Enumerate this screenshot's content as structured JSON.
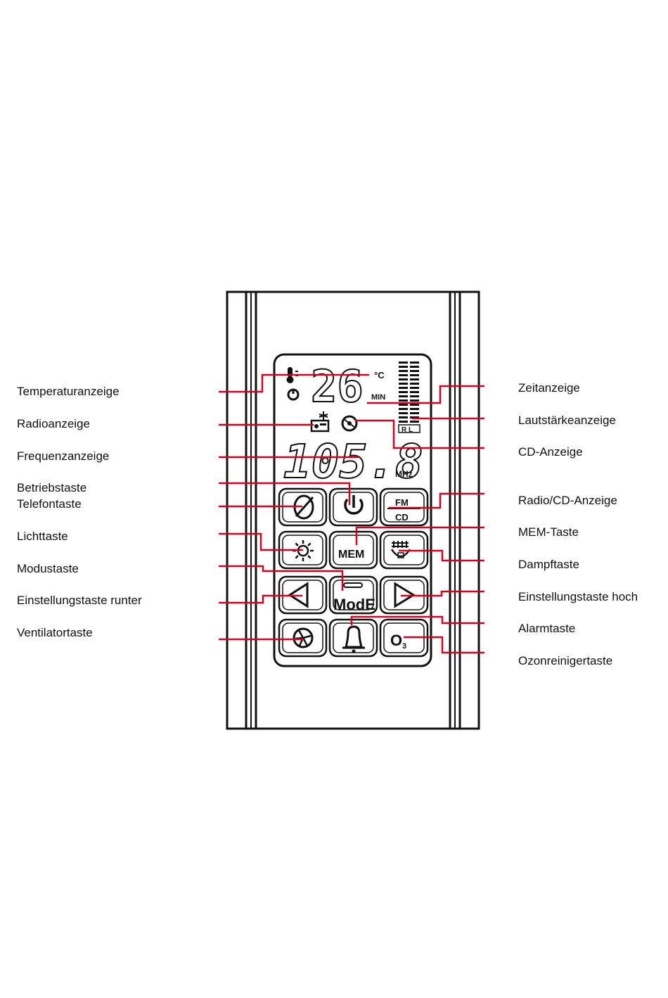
{
  "labels_left": [
    "Temperaturanzeige",
    "Radioanzeige",
    "Frequenzanzeige",
    "Betriebstaste",
    "Telefontaste",
    "Lichttaste",
    "Modustaste",
    "Einstellungstaste runter",
    "Ventilatortaste"
  ],
  "labels_right": [
    "Zeitanzeige",
    "Lautstärkeanzeige",
    "CD-Anzeige",
    "Radio/CD-Anzeige",
    "MEM-Taste",
    "Dampftaste",
    "Einstellungstaste hoch",
    "Alarmtaste",
    "Ozonreinigertaste"
  ],
  "display": {
    "temperature": "26",
    "temp_unit": "°C",
    "time_unit": "MIN",
    "frequency": "105.8",
    "freq_unit": "MHz",
    "volume_marks": "R L"
  },
  "buttons": {
    "fm": "FM",
    "cd": "CD",
    "mem": "MEM",
    "mode": "ModE",
    "ozone": "O",
    "ozone_sub": "3"
  },
  "colors": {
    "callout": "#d2001e",
    "panel": "#111111"
  }
}
